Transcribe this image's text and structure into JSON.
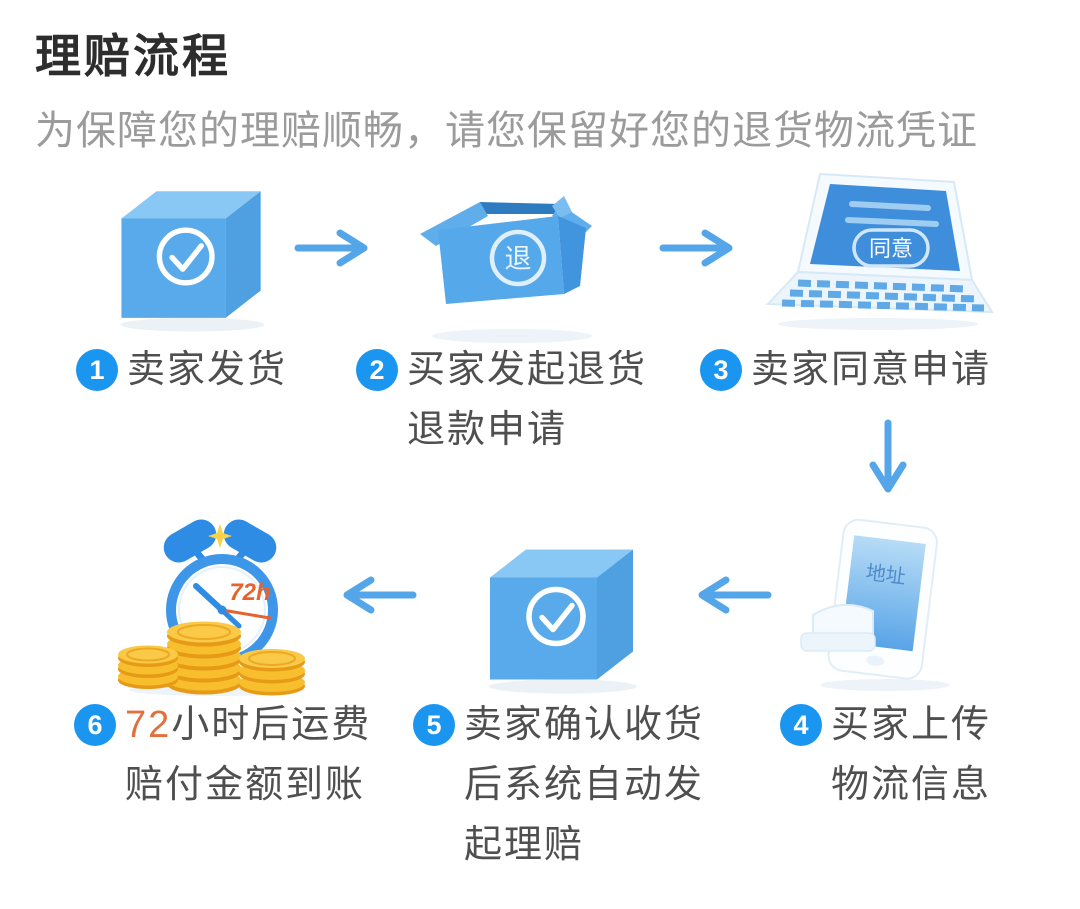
{
  "page": {
    "title": "理赔流程",
    "subtitle": "为保障您的理赔顺畅，请您保留好您的退货物流凭证"
  },
  "colors": {
    "accent_blue": "#1b96f0",
    "arrow_blue": "#55a6e8",
    "icon_blue": "#58aaea",
    "icon_blue_light": "#89c8f5",
    "icon_blue_dark": "#3d92db",
    "laptop_screen_blue": "#3e8edc",
    "highlight_orange": "#e2703c",
    "coin_gold": "#f7be2d",
    "title_color": "#2d2d2d",
    "subtitle_color": "#9b9b9b",
    "label_color": "#4f4f4f"
  },
  "steps": [
    {
      "number": "1",
      "icon": "package-check-icon",
      "lines": [
        "卖家发货"
      ]
    },
    {
      "number": "2",
      "icon": "open-box-return-icon",
      "icon_text": "退",
      "lines": [
        "买家发起退货",
        "退款申请"
      ]
    },
    {
      "number": "3",
      "icon": "laptop-agree-icon",
      "icon_text": "同意",
      "lines": [
        "卖家同意申请"
      ]
    },
    {
      "number": "4",
      "icon": "phone-address-icon",
      "icon_text": "地址",
      "lines": [
        "买家上传",
        "物流信息"
      ]
    },
    {
      "number": "5",
      "icon": "package-check-icon",
      "lines": [
        "卖家确认收货",
        "后系统自动发",
        "起理赔"
      ]
    },
    {
      "number": "6",
      "icon": "alarm-clock-coins-icon",
      "icon_text": "72h",
      "highlight": "72",
      "lines": [
        "小时后运费",
        "赔付金额到账"
      ]
    }
  ]
}
